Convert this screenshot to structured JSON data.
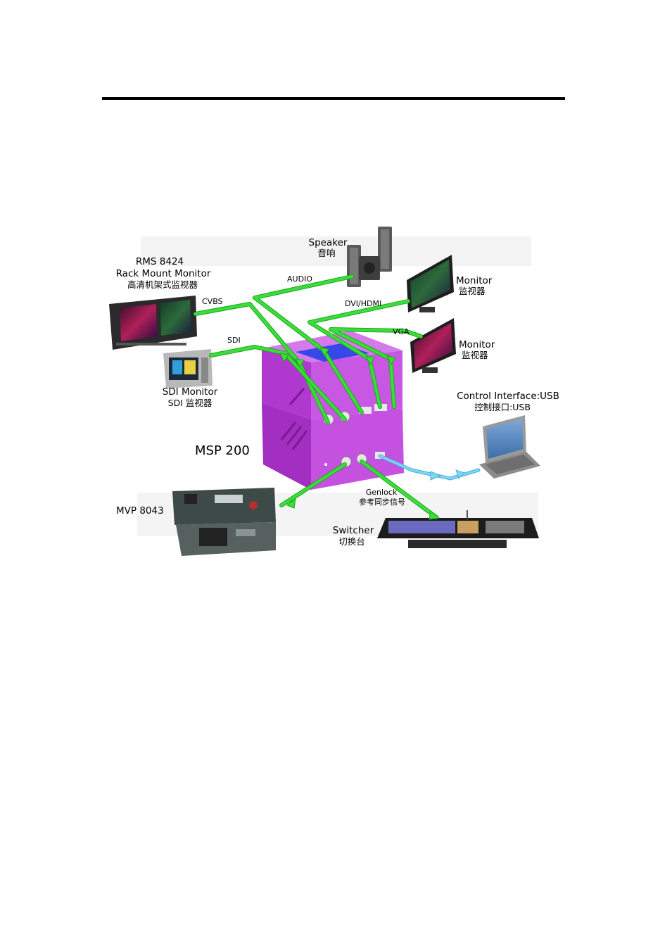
{
  "colors": {
    "cable": "#3ddc3d",
    "cable_edge": "#19a819",
    "usb_cable": "#7fd6f2",
    "device_body": "#b83ad6",
    "device_top": "#c858e4",
    "device_front": "#8e22ab",
    "device_window": "#3848e8",
    "rule": "#000000"
  },
  "devices": {
    "speaker": {
      "title": "Speaker",
      "subtitle": "音响"
    },
    "rms": {
      "line1": "RMS 8424",
      "line2": "Rack Mount Monitor",
      "subtitle": "高清机架式监视器"
    },
    "monitor1": {
      "title": "Monitor",
      "subtitle": "监视器"
    },
    "monitor2": {
      "title": "Monitor",
      "subtitle": "监视器"
    },
    "sdi_monitor": {
      "title": "SDI Monitor",
      "subtitle": "SDI 监视器"
    },
    "control": {
      "title": "Control Interface:USB",
      "subtitle": "控制接口:USB"
    },
    "msp": {
      "title": "MSP 200"
    },
    "mvp": {
      "title": "MVP 8043"
    },
    "switcher": {
      "title": "Switcher",
      "subtitle": "切换台"
    }
  },
  "signals": {
    "audio": "AUDIO",
    "cvbs": "CVBS",
    "sdi": "SDI",
    "dvi_hdmi": "DVI/HDMI",
    "vga": "VGA",
    "genlock": "Genlock",
    "genlock_sub": "参考同步信号"
  },
  "icons": {
    "speaker": "speaker-icon",
    "rack_monitor": "rack-monitor-icon",
    "monitor": "monitor-icon",
    "sdi_monitor": "waveform-monitor-icon",
    "laptop": "laptop-icon",
    "msp_unit": "msp-unit-icon",
    "mvp_unit": "rack-unit-icon",
    "switcher": "switcher-console-icon"
  }
}
